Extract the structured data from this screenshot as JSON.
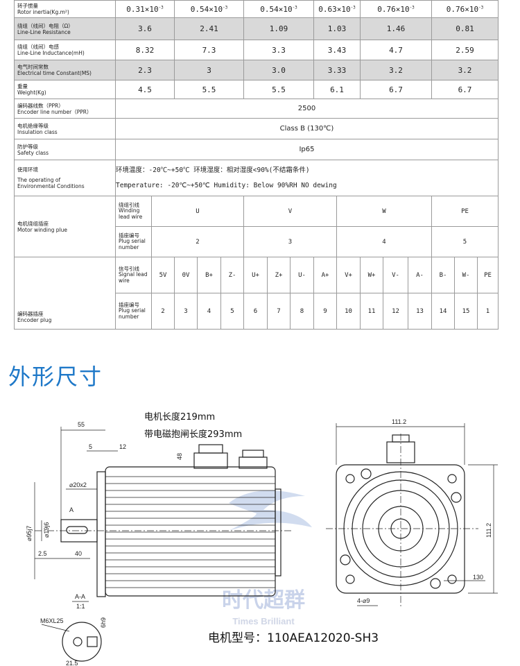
{
  "spec_table": {
    "rotor_inertia": {
      "label_cn": "转子惯量",
      "label_en": "Rotor inertia(Kg.m²)",
      "values": [
        "0.31×10",
        "0.54×10",
        "0.54×10",
        "0.63×10",
        "0.76×10",
        "0.76×10"
      ],
      "exp": "-3"
    },
    "resistance": {
      "label_cn": "绕组（线间）电阻（Ω）",
      "label_en": "Line-Line Resistance",
      "values": [
        "3.6",
        "2.41",
        "1.09",
        "1.03",
        "1.46",
        "0.81"
      ]
    },
    "inductance": {
      "label_cn": "绕组（线间）电感",
      "label_en": "Line-Line Inductance(mH)",
      "values": [
        "8.32",
        "7.3",
        "3.3",
        "3.43",
        "4.7",
        "2.59"
      ]
    },
    "time_constant": {
      "label_cn": "电气时间常数",
      "label_en": "Electrical time Constant(MS)",
      "values": [
        "2.3",
        "3",
        "3.0",
        "3.33",
        "3.2",
        "3.2"
      ]
    },
    "weight": {
      "label_cn": "重量",
      "label_en": "Weight(Kg)",
      "values": [
        "4.5",
        "5.5",
        "5.5",
        "6.1",
        "6.7",
        "6.7"
      ]
    },
    "encoder_lines": {
      "label_cn": "编码器线数（PPR）",
      "label_en": "Encoder line number（PPR）",
      "value": "2500"
    },
    "insulation": {
      "label_cn": "电机绝缘等级",
      "label_en": "Insulation class",
      "value": "Class B (130℃)"
    },
    "protection": {
      "label_cn": "防护等级",
      "label_en": "Safety class",
      "value": "Ip65"
    },
    "environment": {
      "label_cn": "使用环境",
      "label_en": "The operating of Environmental Conditions",
      "line_cn": "环境温度：-20℃~+50℃    环境湿度：相对湿度<90%(不结霜条件)",
      "line_en": "Temperature: -20℃~+50℃   Humidity: Below 90%RH NO dewing"
    },
    "winding_plug": {
      "label_cn": "电机绕组插座",
      "label_en": "Motor winding plue",
      "lead_label": "绕组引线 Winding lead wire",
      "serial_label": "插座编号 Plug serial number",
      "leads": [
        "U",
        "V",
        "W",
        "PE"
      ],
      "serials": [
        "2",
        "3",
        "4",
        "5"
      ]
    },
    "encoder_plug": {
      "label_cn": "编码器插座",
      "label_en": "Encoder plug",
      "signal_label": "信号引线 Signal lead wire",
      "serial_label": "插座编号 Plug serial number",
      "signals": [
        "5V",
        "0V",
        "B+",
        "Z-",
        "U+",
        "Z+",
        "U-",
        "A+",
        "V+",
        "W+",
        "V-",
        "A-",
        "B-",
        "W-",
        "PE"
      ],
      "serials": [
        "2",
        "3",
        "4",
        "5",
        "6",
        "7",
        "8",
        "9",
        "10",
        "11",
        "12",
        "13",
        "14",
        "15",
        "1"
      ]
    }
  },
  "section_title": "外形尺寸",
  "drawing": {
    "motor_length": "电机长度219mm",
    "brake_length": "带电磁抱闸长度293mm",
    "dims": {
      "d55": "55",
      "d5": "5",
      "d12": "12",
      "d48": "48",
      "d20x2": "⌀20x2",
      "d95": "⌀95j7",
      "d19": "⌀19j6",
      "d25": "2.5",
      "d40": "40",
      "d111w": "111.2",
      "d111h": "111.2",
      "d130": "130",
      "d4": "4-⌀9",
      "sec": "A-A",
      "scale": "1:1",
      "m6": "M6XL25",
      "d6": "6h9",
      "d215": "21.5",
      "a": "A"
    },
    "model": "电机型号：110AEA12020-SH3",
    "watermark_cn": "时代超群",
    "watermark_en": "Times Brilliant"
  }
}
